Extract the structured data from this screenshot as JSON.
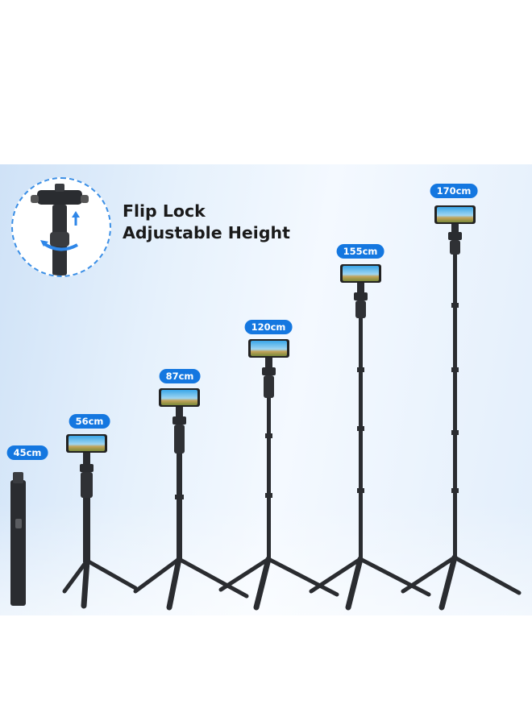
{
  "headline": {
    "line1": "Flip Lock",
    "line2": "Adjustable Height"
  },
  "heights": [
    {
      "label": "45cm"
    },
    {
      "label": "56cm"
    },
    {
      "label": "87cm"
    },
    {
      "label": "120cm"
    },
    {
      "label": "155cm"
    },
    {
      "label": "170cm"
    }
  ],
  "colors": {
    "badge": "#1477e0",
    "tripod": "#2a2c30",
    "inset_border": "#3b8fe6",
    "arrow": "#2e86e8"
  },
  "icons": {
    "detail": "flip-lock-detail-icon"
  }
}
